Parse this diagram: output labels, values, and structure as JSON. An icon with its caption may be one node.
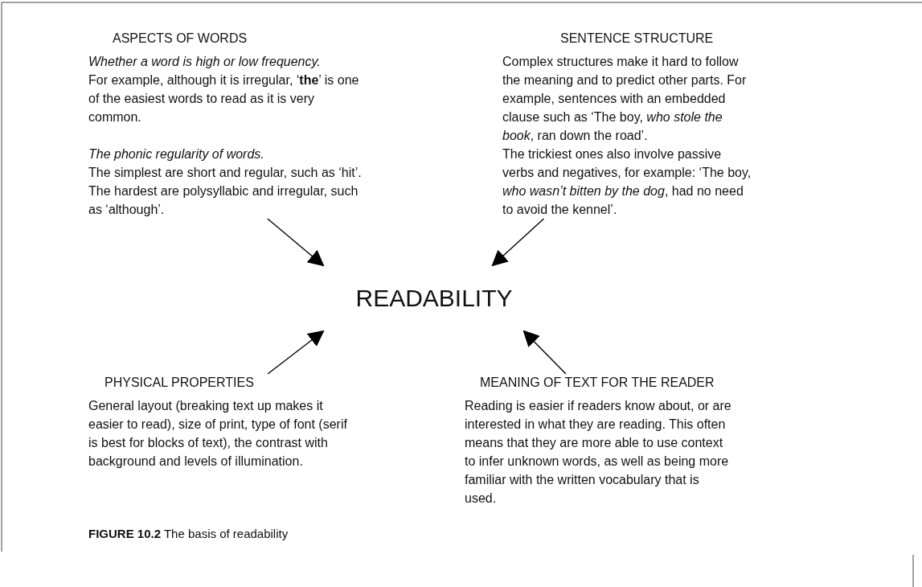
{
  "diagram": {
    "caption": "**FIGURE 10.2** The basis of readability",
    "nodes": [
      {
        "text": [
          "READABILITY"
        ]
      },
      {
        "text": [
          "ASPECTS OF WORDS",
          "Whether a word is high or low frequency.",
          "For example, although it is irregular, ‘**the**’ is one of the easiest words to read as it is very common.",
          "The phonic regularity of words.",
          "The simplest are short and regular, such as ‘hit’. The hardest are polysyllabic and irregular, such as ‘although’."
        ]
      },
      {
        "text": [
          "SENTENCE STRUCTURE",
          "Complex structures make it hard to follow the meaning and to predict other parts. For example, sentences with an embedded clause such as ‘The boy, *who stole the book*, ran down the road’.",
          "The trickiest ones also involve passive verbs and negatives, for example: ‘The boy, *who wasn’t bitten by the dog*, had no need to avoid the kennel’."
        ]
      },
      {
        "text": [
          "PHYSICAL PROPERTIES",
          "General layout (breaking text up makes it easier to read), size of print, type of font (serif is best for blocks of text), the contrast with background and levels of illumination."
        ]
      },
      {
        "text": [
          "MEANING OF TEXT FOR THE READER",
          "Reading is easier if readers know about, or are interested in what they are reading. This often means that they are more able to use context to infer unknown words, as well as being more familiar with the written vocabulary that is used."
        ]
      }
    ],
    "edges": [
      {
        "from": 1,
        "to": 0,
        "arrow": "to"
      },
      {
        "from": 2,
        "to": 0,
        "arrow": "to"
      },
      {
        "from": 3,
        "to": 0,
        "arrow": "to"
      },
      {
        "from": 4,
        "to": 0,
        "arrow": "to"
      }
    ]
  }
}
